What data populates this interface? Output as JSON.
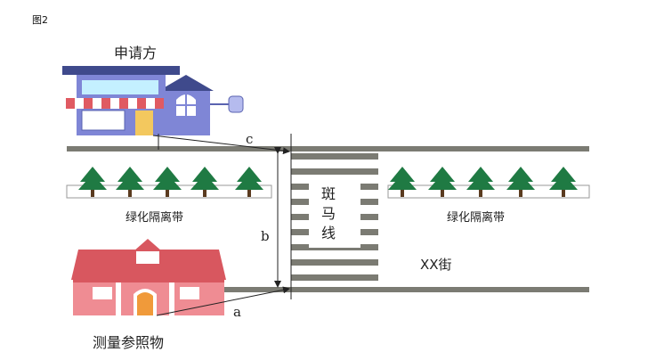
{
  "figure_label": "图2",
  "labels": {
    "applicant": "申请方",
    "reference": "测量参照物",
    "green_belt_left": "绿化隔离带",
    "green_belt_right": "绿化隔离带",
    "crosswalk": "斑马线",
    "street": "XX街",
    "distance_a": "a",
    "distance_b": "b",
    "distance_c": "c"
  },
  "icons": [
    "house-icon",
    "shop-house-icon",
    "tree-icon"
  ],
  "colors": {
    "road": "#7b7b73",
    "tree_green": "#1f7a43",
    "house_blue": "#7f86d6",
    "house_pink": "#ef8c93",
    "roof_red": "#d8575f",
    "awning_red": "#e05a62"
  }
}
